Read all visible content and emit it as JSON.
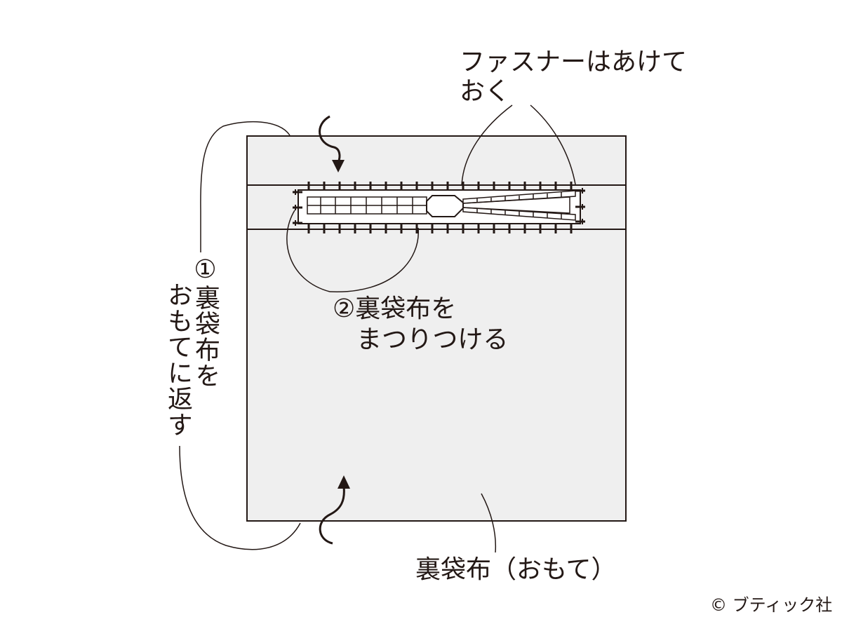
{
  "labels": {
    "zipper_open_line1": "ファスナーはあけて",
    "zipper_open_line2": "おく",
    "step1_line1": "①裏袋布を",
    "step1_line2": "おもてに返す",
    "step2_line1": "②裏袋布を",
    "step2_line2": "まつりつける",
    "lining_front": "裏袋布（おもて）"
  },
  "copyright": "© ブティック社",
  "colors": {
    "ink": "#231815",
    "fabric": "#efefef",
    "zipper_tape": "#ffffff"
  }
}
